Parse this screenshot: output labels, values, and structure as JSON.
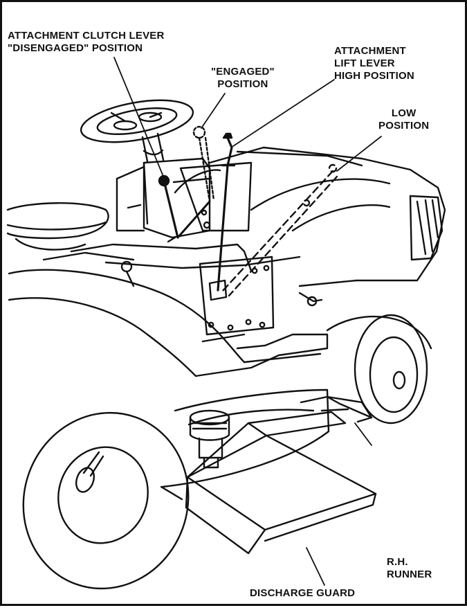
{
  "labels": {
    "clutch_lever": {
      "line1": "ATTACHMENT CLUTCH LEVER",
      "line2": "\"DISENGAGED\" POSITION"
    },
    "engaged": {
      "line1": "\"ENGAGED\"",
      "line2": "POSITION"
    },
    "lift_lever": {
      "line1": "ATTACHMENT",
      "line2": "LIFT LEVER",
      "line3": "HIGH POSITION"
    },
    "low": {
      "line1": "LOW",
      "line2": "POSITION"
    },
    "runner": {
      "line1": "R.H.",
      "line2": "RUNNER"
    },
    "discharge": {
      "line1": "DISCHARGE GUARD"
    }
  },
  "colors": {
    "ink": "#111111",
    "paper": "#ffffff"
  }
}
